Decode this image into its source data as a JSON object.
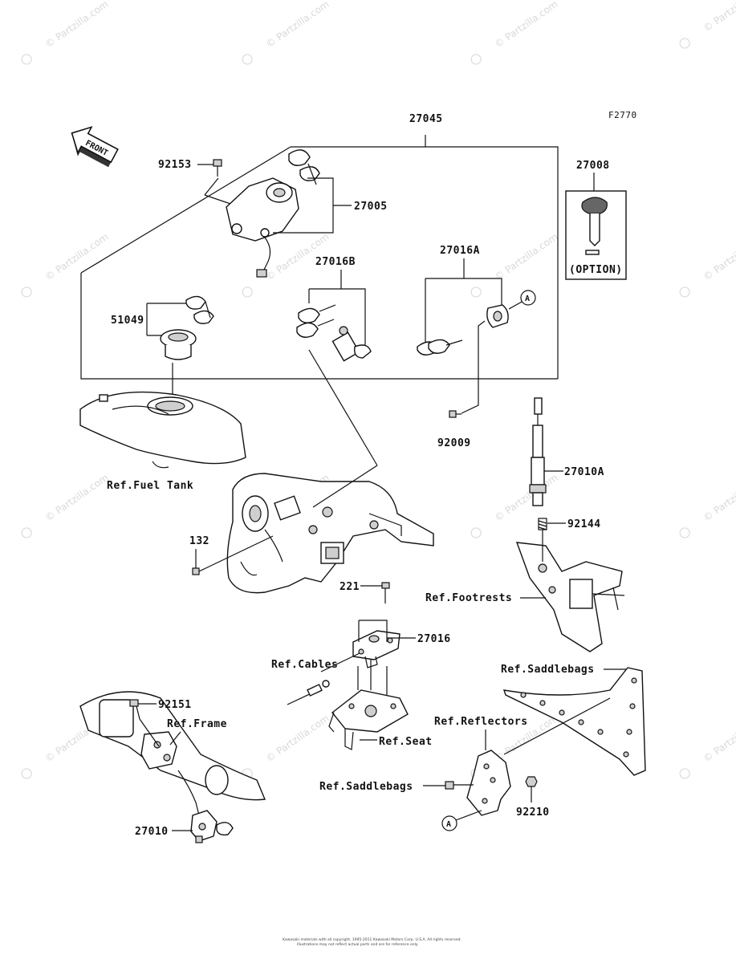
{
  "figure_code": "F2770",
  "front_label": "FRONT",
  "watermark": "© Partzilla.com",
  "labels": {
    "p27045": "27045",
    "p92153": "92153",
    "p27005": "27005",
    "p27008": "27008",
    "option": "(OPTION)",
    "p27016B": "27016B",
    "p27016A": "27016A",
    "callout_a": "A",
    "p51049": "51049",
    "p92009": "92009",
    "ref_fuel_tank": "Ref.Fuel Tank",
    "p27010A": "27010A",
    "p92144": "92144",
    "p132": "132",
    "ref_footrests": "Ref.Footrests",
    "p221": "221",
    "p27016": "27016",
    "ref_cables": "Ref.Cables",
    "ref_saddlebags_top": "Ref.Saddlebags",
    "p92151": "92151",
    "ref_frame": "Ref.Frame",
    "ref_reflectors": "Ref.Reflectors",
    "ref_seat": "Ref.Seat",
    "ref_saddlebags_bottom": "Ref.Saddlebags",
    "p92210": "92210",
    "p27010": "27010"
  },
  "footer": {
    "line1": "Kawasaki materials with all copyright. 1995-2011 Kawasaki Motors Corp. U.S.A. All rights reserved.",
    "line2": "Illustrations may not reflect actual parts and are for reference only."
  }
}
